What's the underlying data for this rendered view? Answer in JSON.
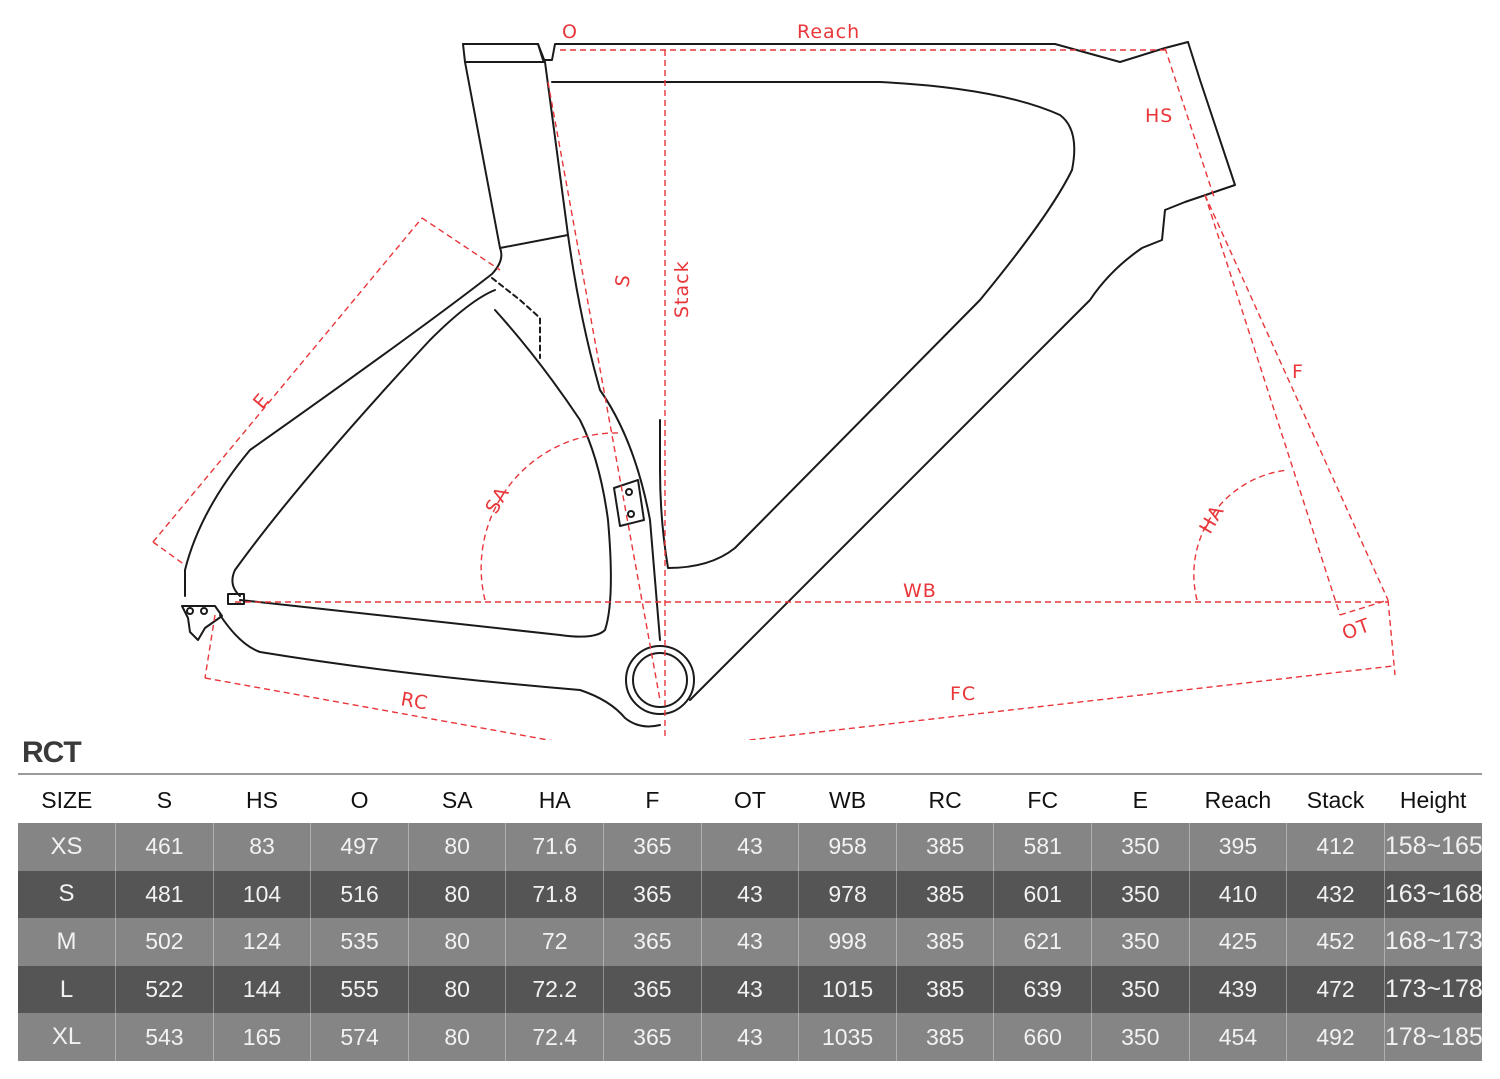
{
  "diagram": {
    "labels": {
      "o": "O",
      "reach": "Reach",
      "hs": "HS",
      "s": "S",
      "stack": "Stack",
      "e": "E",
      "sa": "SA",
      "ha": "HA",
      "f": "F",
      "wb": "WB",
      "ot": "OT",
      "rc": "RC",
      "fc": "FC"
    },
    "colors": {
      "dimension": "#e8363a",
      "frame": "#1a1a1a"
    }
  },
  "model": "RCT",
  "table": {
    "headers": [
      "SIZE",
      "S",
      "HS",
      "O",
      "SA",
      "HA",
      "F",
      "OT",
      "WB",
      "RC",
      "FC",
      "E",
      "Reach",
      "Stack",
      "Height"
    ],
    "rows": [
      [
        "XS",
        "461",
        "83",
        "497",
        "80",
        "71.6",
        "365",
        "43",
        "958",
        "385",
        "581",
        "350",
        "395",
        "412",
        "158~165"
      ],
      [
        "S",
        "481",
        "104",
        "516",
        "80",
        "71.8",
        "365",
        "43",
        "978",
        "385",
        "601",
        "350",
        "410",
        "432",
        "163~168"
      ],
      [
        "M",
        "502",
        "124",
        "535",
        "80",
        "72",
        "365",
        "43",
        "998",
        "385",
        "621",
        "350",
        "425",
        "452",
        "168~173"
      ],
      [
        "L",
        "522",
        "144",
        "555",
        "80",
        "72.2",
        "365",
        "43",
        "1015",
        "385",
        "639",
        "350",
        "439",
        "472",
        "173~178"
      ],
      [
        "XL",
        "543",
        "165",
        "574",
        "80",
        "72.4",
        "365",
        "43",
        "1035",
        "385",
        "660",
        "350",
        "454",
        "492",
        "178~185"
      ]
    ],
    "colors": {
      "row_light": "#858585",
      "row_dark": "#555555",
      "cell_text": "#f2f2f2"
    }
  }
}
